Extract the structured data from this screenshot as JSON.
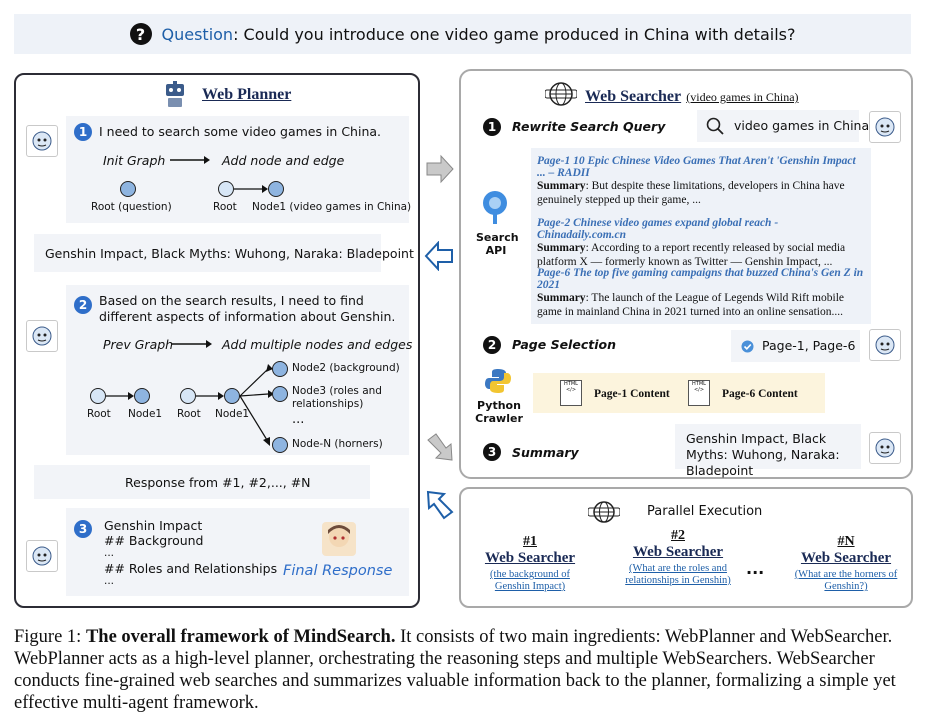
{
  "question": {
    "icon": "question-icon",
    "label": "Question",
    "text": ": Could you introduce one video game produced in China with details?"
  },
  "planner": {
    "title": "Web Planner",
    "step1": {
      "num": "1",
      "text": "I need to search some video games in China.",
      "graph_left": "Init Graph",
      "graph_right": "Add node and edge",
      "node_root_question": "Root (question)",
      "node_root": "Root",
      "node_node1": "Node1 (video games in China)"
    },
    "result1": "Genshin Impact, Black Myths: Wuhong, Naraka: Bladepoint",
    "step2": {
      "num": "2",
      "text": "Based on the search results, I need to find different aspects of information about Genshin.",
      "graph_left": "Prev Graph",
      "graph_right": "Add multiple nodes and edges",
      "prev_root": "Root",
      "prev_node1": "Node1",
      "root": "Root",
      "node1": "Node1",
      "node2": "Node2 (background)",
      "node3": "Node3 (roles and relationships)",
      "dots": "...",
      "nodeN": "Node-N (horners)"
    },
    "result2": "Response from #1, #2,..., #N",
    "step3": {
      "num": "3",
      "line1": "Genshin Impact",
      "line2": "## Background",
      "line3": "...",
      "line4": "## Roles and Relationships",
      "line5": "...",
      "final": "Final Response"
    }
  },
  "searcher": {
    "title": "Web Searcher",
    "title_suffix": "(video games in China)",
    "step1_label": "Rewrite Search Query",
    "step1_num": "1",
    "query": "video games in China",
    "api_label_1": "Search",
    "api_label_2": "API",
    "results": [
      {
        "title": "Page-1 10 Epic Chinese Video Games That Aren't 'Genshin Impact ... – RADII",
        "summary_label": "Summary",
        "summary": ": But despite these limitations, developers in China have genuinely stepped up their game, ..."
      },
      {
        "title": "Page-2 Chinese video games expand global reach - Chinadaily.com.cn",
        "summary_label": "Summary",
        "summary": ": According to a report recently released by social media platform X — formerly known as Twitter — Genshin Impact, ..."
      },
      {
        "title": "Page-6 The top five gaming campaigns that buzzed China's Gen Z in 2021",
        "summary_label": "Summary",
        "summary": ": The launch of the League of Legends Wild Rift mobile game in mainland China in 2021 turned into an online sensation...."
      }
    ],
    "step2_num": "2",
    "step2_label": "Page Selection",
    "selected": "Page-1, Page-6",
    "crawler_1": "Python",
    "crawler_2": "Crawler",
    "content1": "Page-1 Content",
    "content2": "Page-6 Content",
    "html_tag": "HTML",
    "step3_num": "3",
    "step3_label": "Summary",
    "summary_out": "Genshin Impact, Black Myths: Wuhong, Naraka: Bladepoint"
  },
  "parallel": {
    "title": "Parallel Execution",
    "searchers": [
      {
        "num": "#1",
        "name": "Web Searcher",
        "sub": "(the background of Genshin Impact)"
      },
      {
        "num": "#2",
        "name": "Web Searcher",
        "sub": "(What are the roles and relationships in Genshin)"
      },
      {
        "num": "#N",
        "name": "Web Searcher",
        "sub": "(What are the horners of Genshin?)"
      }
    ],
    "dots": "..."
  },
  "caption": {
    "prefix": "Figure 1: ",
    "bold": "The overall framework of MindSearch.",
    "rest": " It consists of two main ingredients: WebPlanner and WebSearcher. WebPlanner acts as a high-level planner, orchestrating the reasoning steps and multiple WebSearchers. WebSearcher conducts fine-grained web searches and summarizes valuable information back to the planner, formalizing a simple yet effective multi-agent framework."
  },
  "colors": {
    "accent_blue": "#2f6ec9",
    "link_blue": "#3a6fb5",
    "node_fill": "#8eb4e0",
    "box_fill": "#f2f4f8",
    "chip_fill": "#fcf4dd"
  }
}
